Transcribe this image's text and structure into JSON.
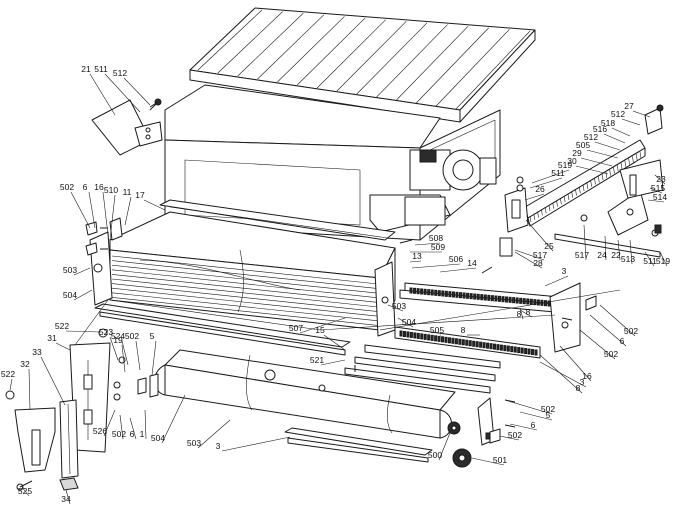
{
  "diagram": {
    "callouts": [
      "21",
      "511",
      "512",
      "502",
      "6",
      "16",
      "510",
      "11",
      "17",
      "503",
      "504",
      "522",
      "31",
      "523",
      "524",
      "502",
      "5",
      "19",
      "32",
      "33",
      "522",
      "526",
      "502",
      "6",
      "1",
      "504",
      "503",
      "3",
      "525",
      "34",
      "507",
      "15",
      "521",
      "505",
      "8",
      "503",
      "504",
      "508",
      "509",
      "13",
      "506",
      "14",
      "3",
      "8",
      "500",
      "501",
      "502",
      "6",
      "502",
      "5",
      "16",
      "8",
      "3",
      "27",
      "512",
      "518",
      "516",
      "512",
      "505",
      "29",
      "30",
      "519",
      "511",
      "26",
      "23",
      "515",
      "514",
      "513",
      "22",
      "24",
      "517",
      "519",
      "511",
      "25",
      "517",
      "28",
      "502",
      "6",
      "502",
      "8"
    ]
  }
}
